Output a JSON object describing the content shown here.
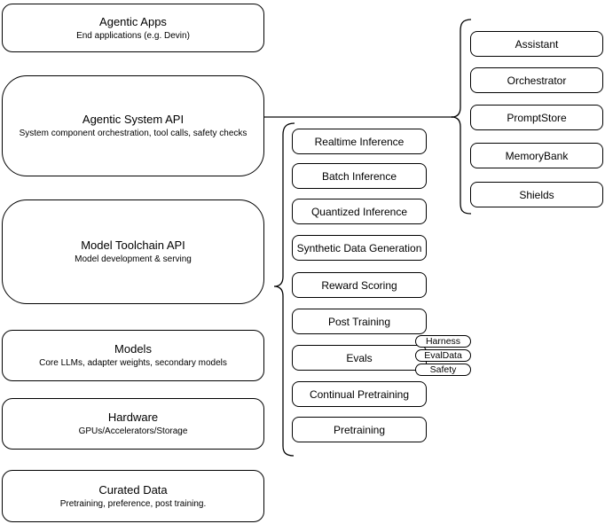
{
  "diagram": {
    "stack": [
      {
        "title": "Agentic Apps",
        "subtitle": "End applications (e.g. Devin)"
      },
      {
        "title": "Agentic System API",
        "subtitle": "System component orchestration, tool calls, safety checks"
      },
      {
        "title": "Model Toolchain API",
        "subtitle": "Model development & serving"
      },
      {
        "title": "Models",
        "subtitle": "Core LLMs, adapter weights, secondary models"
      },
      {
        "title": "Hardware",
        "subtitle": "GPUs/Accelerators/Storage"
      },
      {
        "title": "Curated Data",
        "subtitle": "Pretraining, preference, post training."
      }
    ],
    "toolchain_nodes": [
      "Realtime Inference",
      "Batch Inference",
      "Quantized Inference",
      "Synthetic Data Generation",
      "Reward Scoring",
      "Post Training",
      "Evals",
      "Continual Pretraining",
      "Pretraining"
    ],
    "agentic_nodes": [
      "Assistant",
      "Orchestrator",
      "PromptStore",
      "MemoryBank",
      "Shields"
    ],
    "eval_tags": [
      "Harness",
      "EvalData",
      "Safety"
    ],
    "colors": {
      "box_stroke": "#000000",
      "connector_line": "#666666",
      "background": "#ffffff",
      "text": "#000000"
    }
  }
}
